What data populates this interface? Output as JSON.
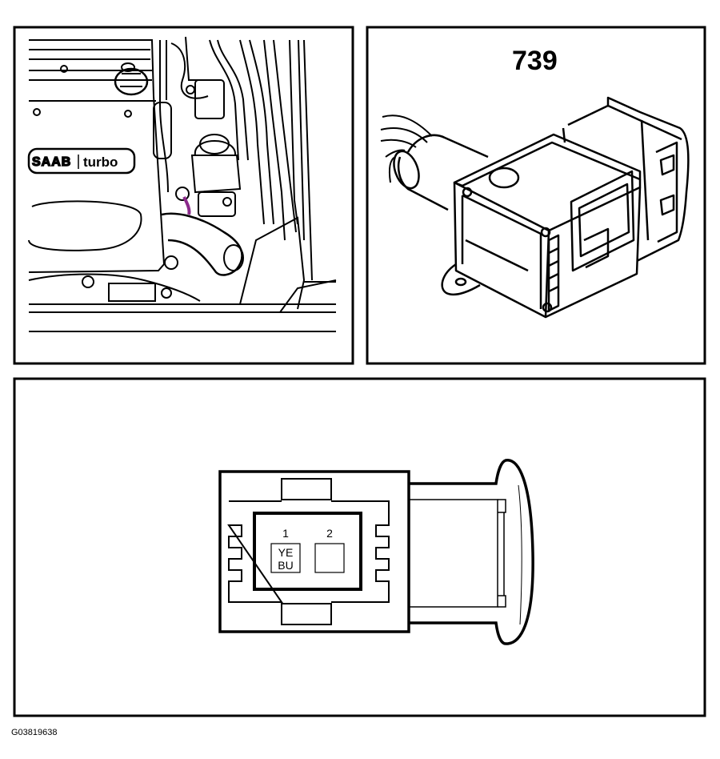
{
  "panels": {
    "engine_bay": {
      "brand_badge": "SAAB",
      "model_badge": "turbo"
    },
    "connector_3d": {
      "connector_number": "739"
    },
    "connector_face": {
      "pins": [
        {
          "number": "1",
          "wire_color_1": "YE",
          "wire_color_2": "BU"
        },
        {
          "number": "2",
          "wire_color_1": "",
          "wire_color_2": ""
        }
      ]
    }
  },
  "figure_id": "G03819638",
  "colors": {
    "line": "#000000",
    "background": "#ffffff",
    "harness_highlight": "#8b2a8b"
  }
}
